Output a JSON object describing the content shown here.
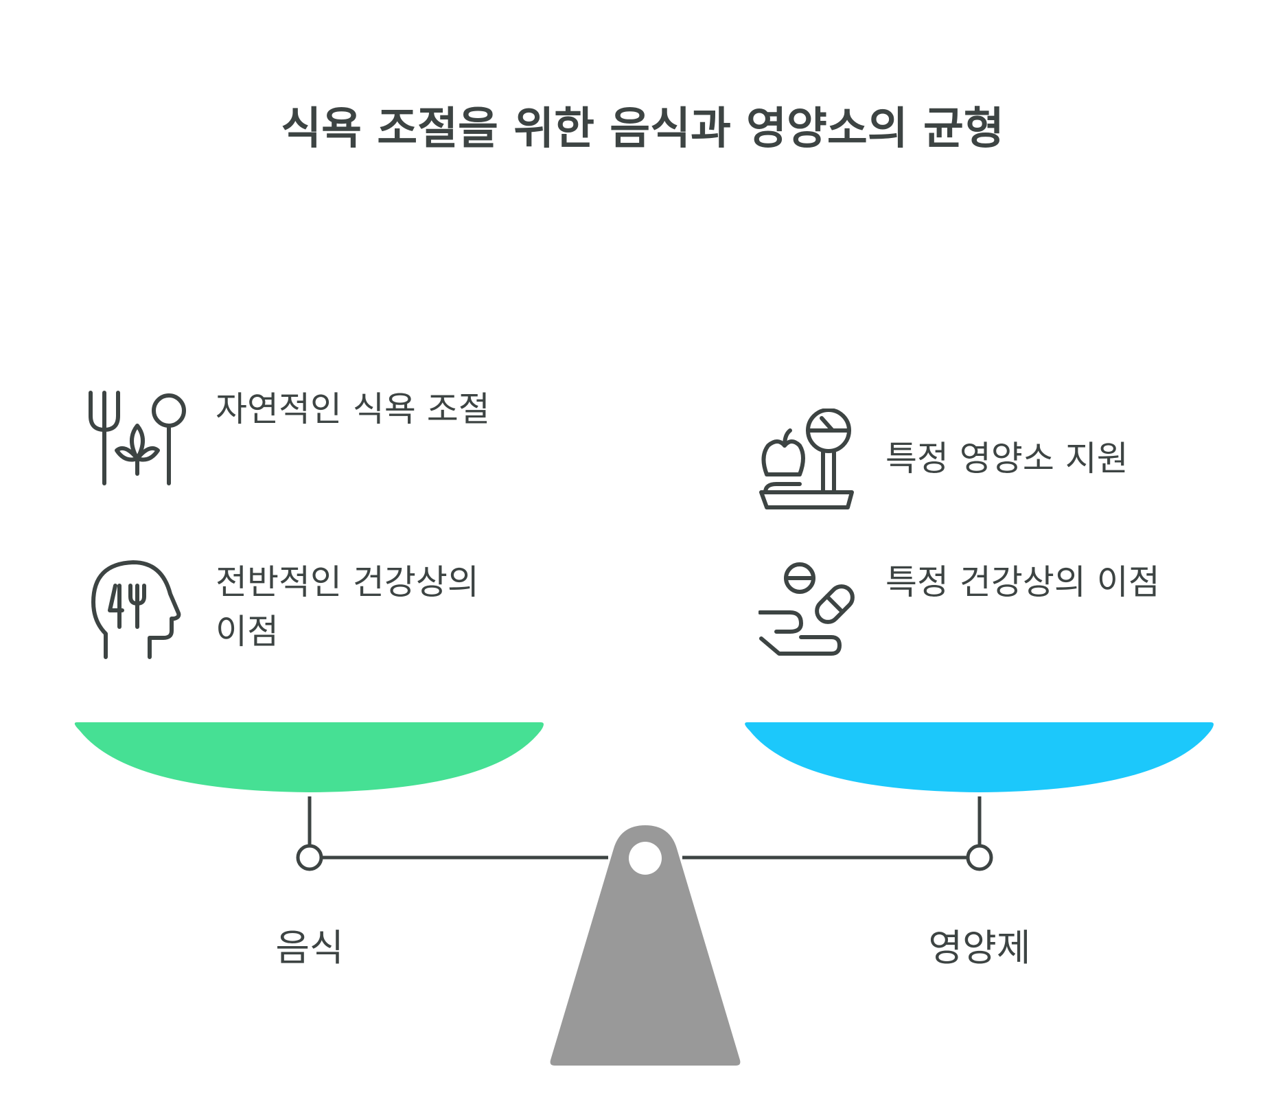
{
  "title": "식욕 조절을 위한 음식과 영양소의 균형",
  "left": {
    "label": "음식",
    "color": "#46e094",
    "items": [
      {
        "text": "자연적인 식욕 조절",
        "icon": "fork-leaf-spoon-icon"
      },
      {
        "text": "전반적인 건강상의 이점",
        "icon": "head-fork-icon"
      }
    ]
  },
  "right": {
    "label": "영양제",
    "color": "#1cc8fb",
    "items": [
      {
        "text": "특정 영양소 지원",
        "icon": "apple-scale-icon"
      },
      {
        "text": "특정 건강상의 이점",
        "icon": "hand-pills-icon"
      }
    ]
  },
  "colors": {
    "text": "#3d4443",
    "fulcrum": "#999999",
    "beam": "#3d4443"
  }
}
